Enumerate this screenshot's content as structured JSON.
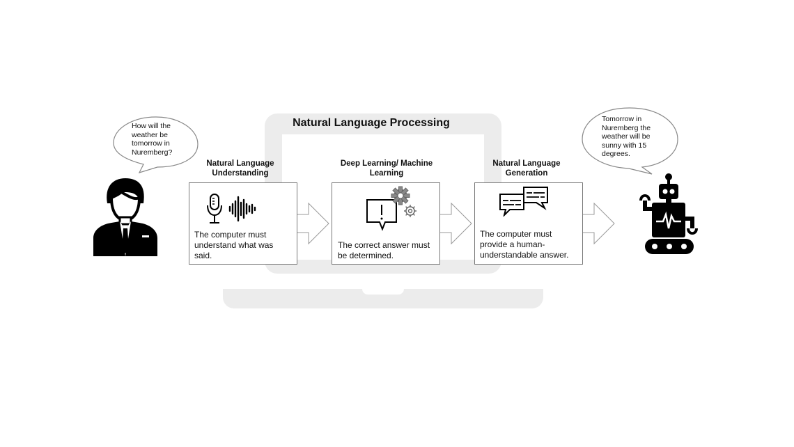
{
  "title": "Natural Language Processing",
  "user_bubble": "How will the weather be tomorrow in Nuremberg?",
  "robot_bubble": "Tomorrow in Nuremberg the weather will be sunny with 15 degrees.",
  "steps": [
    {
      "header": "Natural Language Understanding",
      "text": "The computer must understand what was said."
    },
    {
      "header": "Deep Learning/ Machine Learning",
      "text": "The correct answer must be determined."
    },
    {
      "header": "Natural Language Generation",
      "text": "The computer must provide a human-understandable answer."
    }
  ]
}
